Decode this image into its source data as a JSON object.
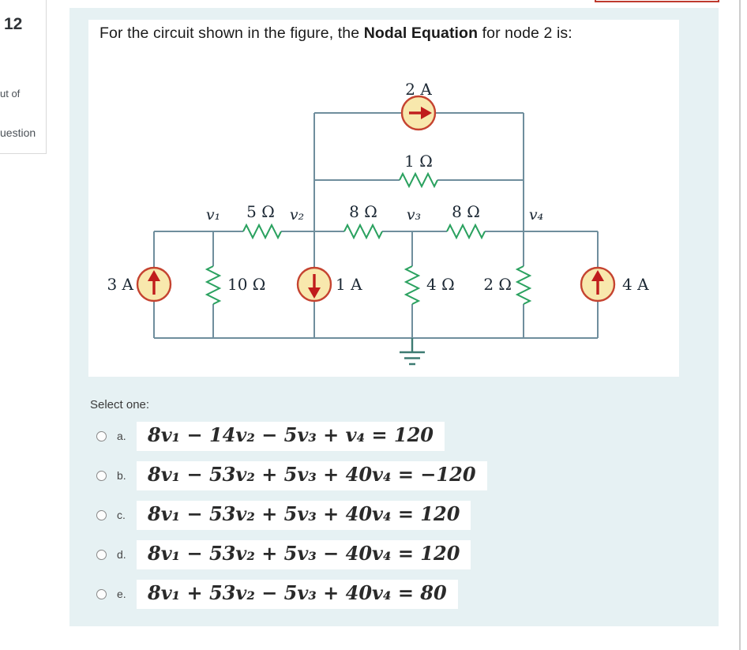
{
  "sidebar": {
    "question_number": "12",
    "grade_text_fragment": "ut of",
    "flag_text_fragment": "uestion"
  },
  "question": {
    "prefix": "For the circuit shown in the figure, the ",
    "emphasis": "Nodal Equation",
    "suffix": " for node 2 is:"
  },
  "circuit": {
    "current_sources": {
      "top": "2 A",
      "left": "3 A",
      "middle": "1 A",
      "right": "4 A"
    },
    "resistors": {
      "top": "1 Ω",
      "r5": "5 Ω",
      "r8_left": "8 Ω",
      "r8_right": "8 Ω",
      "r10": "10 Ω",
      "r4": "4 Ω",
      "r2": "2 Ω"
    },
    "nodes": {
      "v1": "v₁",
      "v2": "v₂",
      "v3": "v₃",
      "v4": "v₄"
    },
    "colors": {
      "wire": "#6f8e9d",
      "resistor": "#2aa15f",
      "source_fill": "#f8e8ad",
      "source_stroke": "#c54330",
      "arrow": "#c01c1c",
      "block_background": "#e6f1f3"
    }
  },
  "options": {
    "prompt": "Select one:",
    "items": [
      {
        "key": "a.",
        "equation": "8v₁ − 14v₂ − 5v₃ + v₄ = 120"
      },
      {
        "key": "b.",
        "equation": "8v₁ − 53v₂ + 5v₃ + 40v₄ = −120"
      },
      {
        "key": "c.",
        "equation": "8v₁ − 53v₂ + 5v₃ + 40v₄ = 120"
      },
      {
        "key": "d.",
        "equation": "8v₁ − 53v₂ + 5v₃ − 40v₄ = 120"
      },
      {
        "key": "e.",
        "equation": "8v₁ + 53v₂ − 5v₃ + 40v₄ = 80"
      }
    ]
  }
}
